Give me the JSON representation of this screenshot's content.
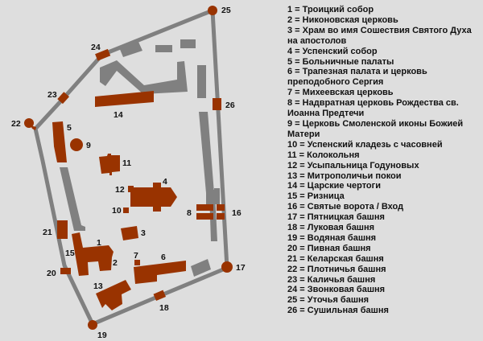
{
  "map_labels": {
    "l1": "1",
    "l2": "2",
    "l3": "3",
    "l4": "4",
    "l5": "5",
    "l6": "6",
    "l7": "7",
    "l8": "8",
    "l9": "9",
    "l10": "10",
    "l11": "11",
    "l12": "12",
    "l13": "13",
    "l14": "14",
    "l15": "15",
    "l16": "16",
    "l17": "17",
    "l18": "18",
    "l19": "19",
    "l20": "20",
    "l21": "21",
    "l22": "22",
    "l23": "23",
    "l24": "24",
    "l25": "25",
    "l26": "26"
  },
  "colors": {
    "building": "#993300",
    "secondary": "#808080",
    "background": "#dedede"
  },
  "legend": [
    " 1 = Троицкий собор",
    " 2 = Никоновская церковь",
    " 3 = Храм во имя Сошествия Святого Духа на апостолов",
    " 4 = Успенский собор",
    " 5 = Больничные палаты",
    " 6 = Трапезная палата и церковь преподобного Сергия",
    " 7 = Михеевская церковь",
    " 8 = Надвратная церковь Рождества св. Иоанна Предтечи",
    " 9 = Церковь Смоленской иконы Божией Матери",
    "10 = Успенский кладезь с часовней",
    "11 = Колокольня",
    "12 = Усыпальница Годуновых",
    "13 = Митрополичьи покои",
    "14 = Царские чертоги",
    "15 = Ризница",
    "16 = Святые ворота / Вход",
    "17 = Пятницкая башня",
    "18 = Луковая башня",
    "19 = Водяная башня",
    "20 = Пивная башня",
    "21 = Келарская башня",
    "22 = Плотничья башня",
    "23 = Каличья башня",
    "24 = Звонковая башня",
    "25 = Уточья башня",
    "26 = Сушильная башня"
  ]
}
